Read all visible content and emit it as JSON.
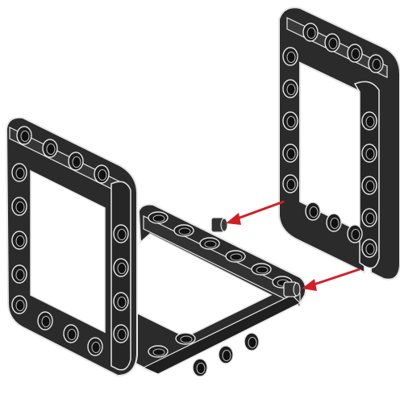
{
  "diagram": {
    "parts": [
      {
        "name": "left-frame",
        "description_id": "liftarm-open-frame-5x7"
      },
      {
        "name": "base-frame",
        "description_id": "liftarm-open-frame-5x7"
      },
      {
        "name": "right-frame",
        "description_id": "liftarm-open-frame-5x7"
      }
    ],
    "pins": 2,
    "arrows": 2,
    "colors": {
      "part_body": "#2b2b2b",
      "part_edge": "#e6e6e6",
      "pin_body": "#333333",
      "arrow": "#d11f27",
      "background": "#ffffff"
    }
  }
}
